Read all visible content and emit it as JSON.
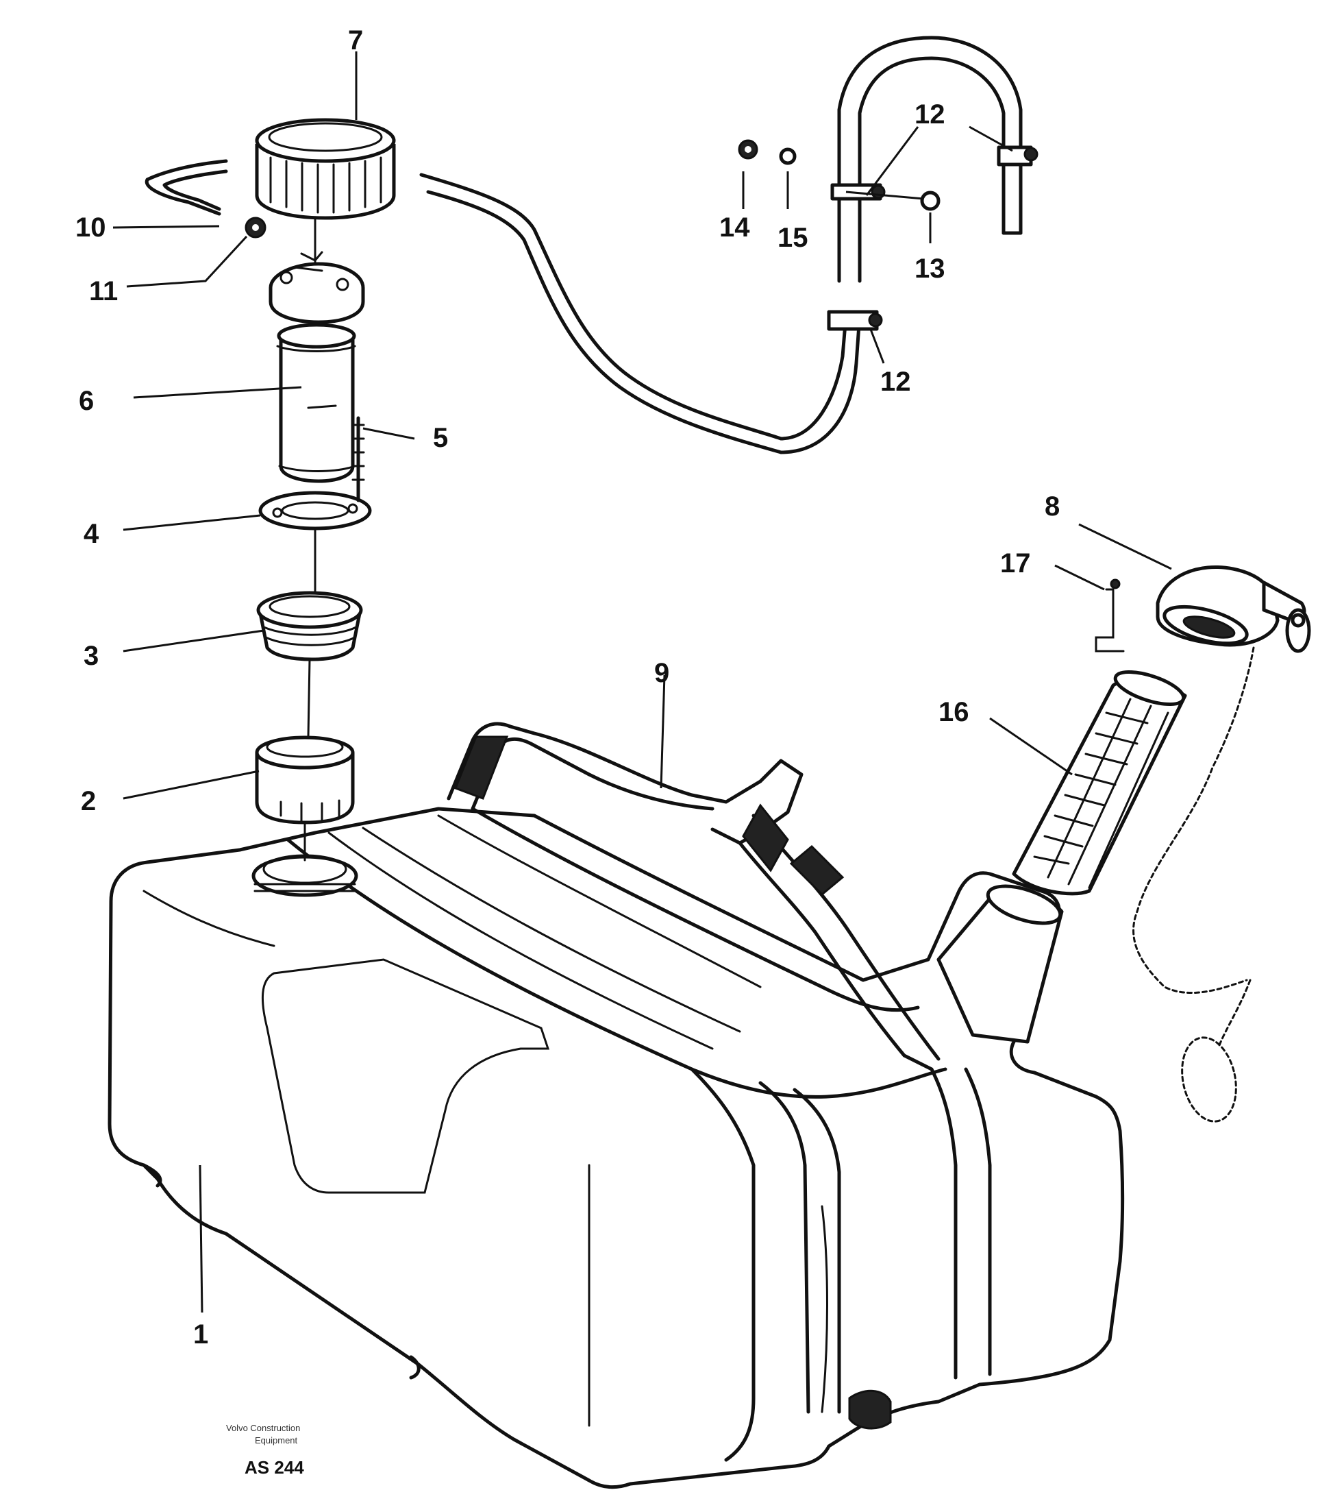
{
  "diagram": {
    "callouts": [
      {
        "id": "c1",
        "text": "1"
      },
      {
        "id": "c2",
        "text": "2"
      },
      {
        "id": "c3",
        "text": "3"
      },
      {
        "id": "c4",
        "text": "4"
      },
      {
        "id": "c5",
        "text": "5"
      },
      {
        "id": "c6",
        "text": "6"
      },
      {
        "id": "c7",
        "text": "7"
      },
      {
        "id": "c8",
        "text": "8"
      },
      {
        "id": "c9",
        "text": "9"
      },
      {
        "id": "c10",
        "text": "10"
      },
      {
        "id": "c11",
        "text": "11"
      },
      {
        "id": "c12a",
        "text": "12"
      },
      {
        "id": "c12b",
        "text": "12"
      },
      {
        "id": "c13",
        "text": "13"
      },
      {
        "id": "c14",
        "text": "14"
      },
      {
        "id": "c15",
        "text": "15"
      },
      {
        "id": "c16",
        "text": "16"
      },
      {
        "id": "c17",
        "text": "17"
      }
    ],
    "footer": {
      "line1": "Volvo Construction",
      "line2": "Equipment",
      "code": "AS 244"
    }
  }
}
